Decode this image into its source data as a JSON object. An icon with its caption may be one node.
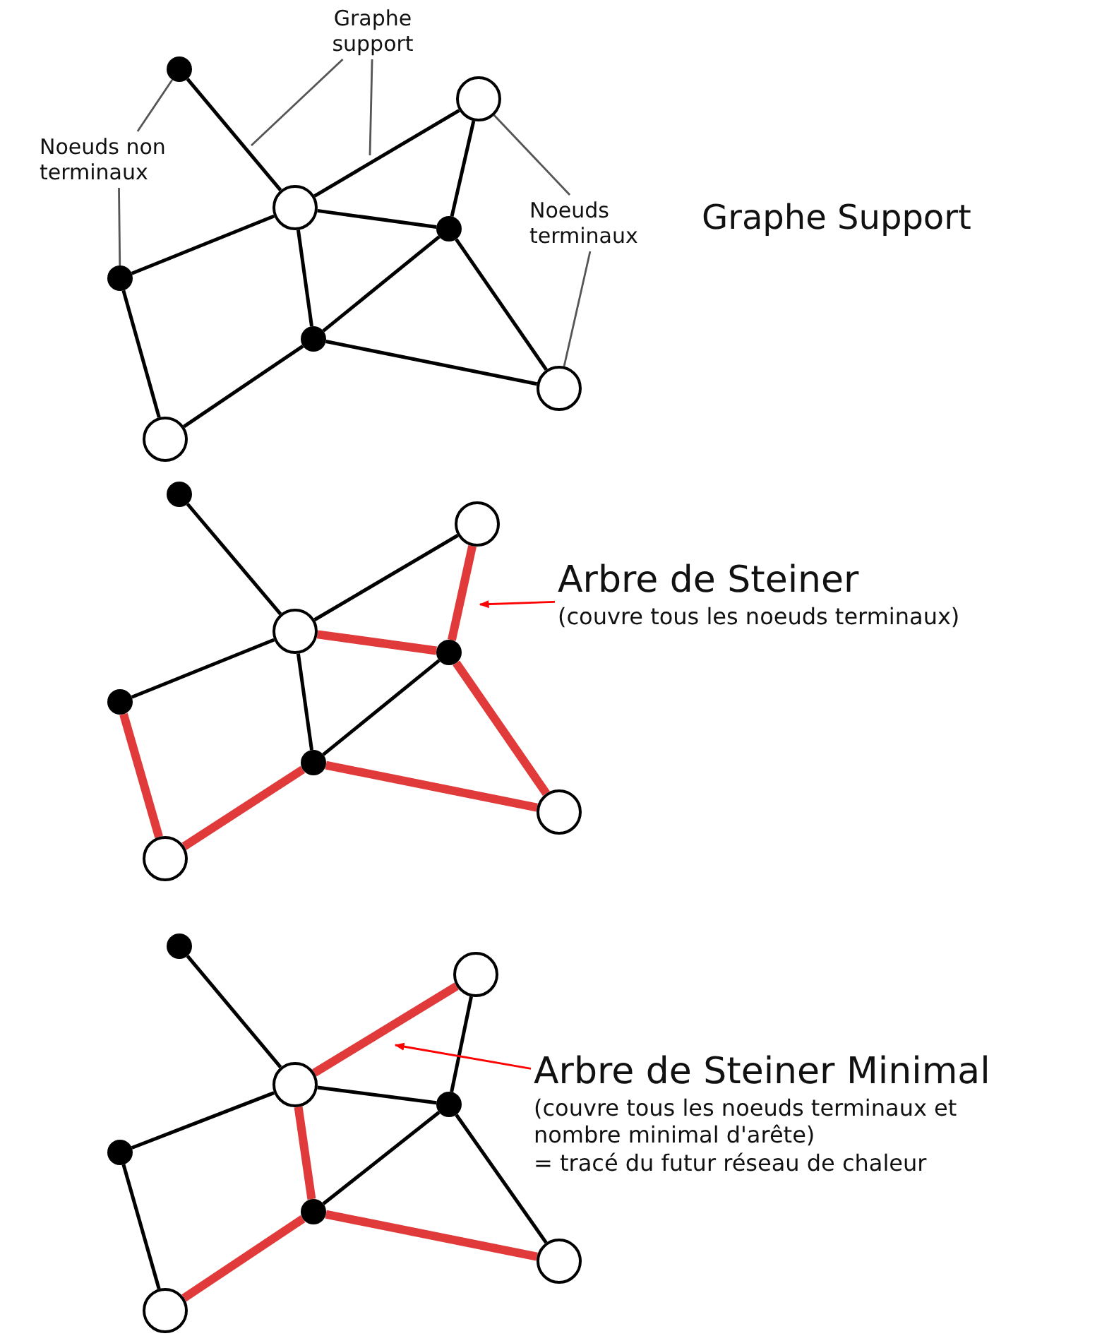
{
  "diagram": {
    "nodes": [
      {
        "text": [
          "Graphe support"
        ]
      },
      {
        "text": [
          "Noeuds non terminaux"
        ]
      },
      {
        "text": [
          "Noeuds terminaux"
        ]
      },
      {
        "text": [],
        "shape": "dot"
      },
      {
        "text": [],
        "shape": "circle"
      },
      {
        "text": [],
        "shape": "circle"
      },
      {
        "text": [],
        "shape": "dot"
      },
      {
        "text": [],
        "shape": "dot"
      },
      {
        "text": [],
        "shape": "dot"
      },
      {
        "text": [],
        "shape": "circle"
      },
      {
        "text": [],
        "shape": "circle"
      },
      {
        "text": [
          "Arbre de Steiner",
          "(couvre tous les noeuds terminaux)"
        ]
      },
      {
        "text": [],
        "shape": "dot"
      },
      {
        "text": [],
        "shape": "circle"
      },
      {
        "text": [],
        "shape": "circle"
      },
      {
        "text": [],
        "shape": "dot"
      },
      {
        "text": [],
        "shape": "dot"
      },
      {
        "text": [],
        "shape": "dot"
      },
      {
        "text": [],
        "shape": "circle"
      },
      {
        "text": [],
        "shape": "circle"
      },
      {
        "text": [
          "Arbre de Steiner Minimal",
          "(couvre tous les noeuds terminaux et nombre minimal d'arête)",
          "= tracé du futur réseau de chaleur"
        ]
      },
      {
        "text": [],
        "shape": "dot"
      },
      {
        "text": [],
        "shape": "circle"
      },
      {
        "text": [],
        "shape": "circle"
      },
      {
        "text": [],
        "shape": "dot"
      },
      {
        "text": [],
        "shape": "dot"
      },
      {
        "text": [],
        "shape": "dot"
      },
      {
        "text": [],
        "shape": "circle"
      },
      {
        "text": [],
        "shape": "circle"
      }
    ],
    "edges": [
      {
        "from": 3,
        "to": 5,
        "arrow": "none"
      },
      {
        "from": 5,
        "to": 4,
        "arrow": "none"
      },
      {
        "from": 4,
        "to": 6,
        "arrow": "none"
      },
      {
        "from": 5,
        "to": 6,
        "arrow": "none"
      },
      {
        "from": 5,
        "to": 7,
        "arrow": "none"
      },
      {
        "from": 5,
        "to": 8,
        "arrow": "none"
      },
      {
        "from": 6,
        "to": 8,
        "arrow": "none"
      },
      {
        "from": 6,
        "to": 9,
        "arrow": "none"
      },
      {
        "from": 8,
        "to": 9,
        "arrow": "none"
      },
      {
        "from": 7,
        "to": 10,
        "arrow": "none"
      },
      {
        "from": 8,
        "to": 10,
        "arrow": "none"
      },
      {
        "from": 0,
        "to": null,
        "arrow": "none",
        "color": "#555555"
      },
      {
        "from": 0,
        "to": null,
        "arrow": "none",
        "color": "#555555"
      },
      {
        "from": 1,
        "to": 3,
        "arrow": "none",
        "color": "#555555"
      },
      {
        "from": 1,
        "to": 7,
        "arrow": "none",
        "color": "#555555"
      },
      {
        "from": 2,
        "to": 4,
        "arrow": "none",
        "color": "#555555"
      },
      {
        "from": 2,
        "to": 9,
        "arrow": "none",
        "color": "#555555"
      },
      {
        "from": 12,
        "to": 14,
        "arrow": "none"
      },
      {
        "from": 14,
        "to": 13,
        "arrow": "none"
      },
      {
        "from": 13,
        "to": 15,
        "arrow": "none",
        "style": "thick",
        "color": "#e03a3a"
      },
      {
        "from": 14,
        "to": 15,
        "arrow": "none",
        "style": "thick",
        "color": "#e03a3a"
      },
      {
        "from": 14,
        "to": 16,
        "arrow": "none"
      },
      {
        "from": 14,
        "to": 17,
        "arrow": "none"
      },
      {
        "from": 15,
        "to": 17,
        "arrow": "none"
      },
      {
        "from": 15,
        "to": 18,
        "arrow": "none",
        "style": "thick",
        "color": "#e03a3a"
      },
      {
        "from": 17,
        "to": 18,
        "arrow": "none",
        "style": "thick",
        "color": "#e03a3a"
      },
      {
        "from": 16,
        "to": 19,
        "arrow": "none",
        "style": "thick",
        "color": "#e03a3a"
      },
      {
        "from": 17,
        "to": 19,
        "arrow": "none",
        "style": "thick",
        "color": "#e03a3a"
      },
      {
        "from": 11,
        "to": null,
        "arrow": "to",
        "color": "#ff0000"
      },
      {
        "from": 21,
        "to": 23,
        "arrow": "none"
      },
      {
        "from": 23,
        "to": 22,
        "arrow": "none",
        "style": "thick",
        "color": "#e03a3a"
      },
      {
        "from": 22,
        "to": 24,
        "arrow": "none"
      },
      {
        "from": 23,
        "to": 24,
        "arrow": "none"
      },
      {
        "from": 23,
        "to": 25,
        "arrow": "none"
      },
      {
        "from": 23,
        "to": 26,
        "arrow": "none",
        "style": "thick",
        "color": "#e03a3a"
      },
      {
        "from": 24,
        "to": 26,
        "arrow": "none"
      },
      {
        "from": 24,
        "to": 27,
        "arrow": "none"
      },
      {
        "from": 26,
        "to": 27,
        "arrow": "none",
        "style": "thick",
        "color": "#e03a3a"
      },
      {
        "from": 25,
        "to": 28,
        "arrow": "none"
      },
      {
        "from": 26,
        "to": 28,
        "arrow": "none",
        "style": "thick",
        "color": "#e03a3a"
      },
      {
        "from": 20,
        "to": null,
        "arrow": "to",
        "color": "#ff0000"
      }
    ],
    "labels": [
      "Graphe Support"
    ]
  }
}
